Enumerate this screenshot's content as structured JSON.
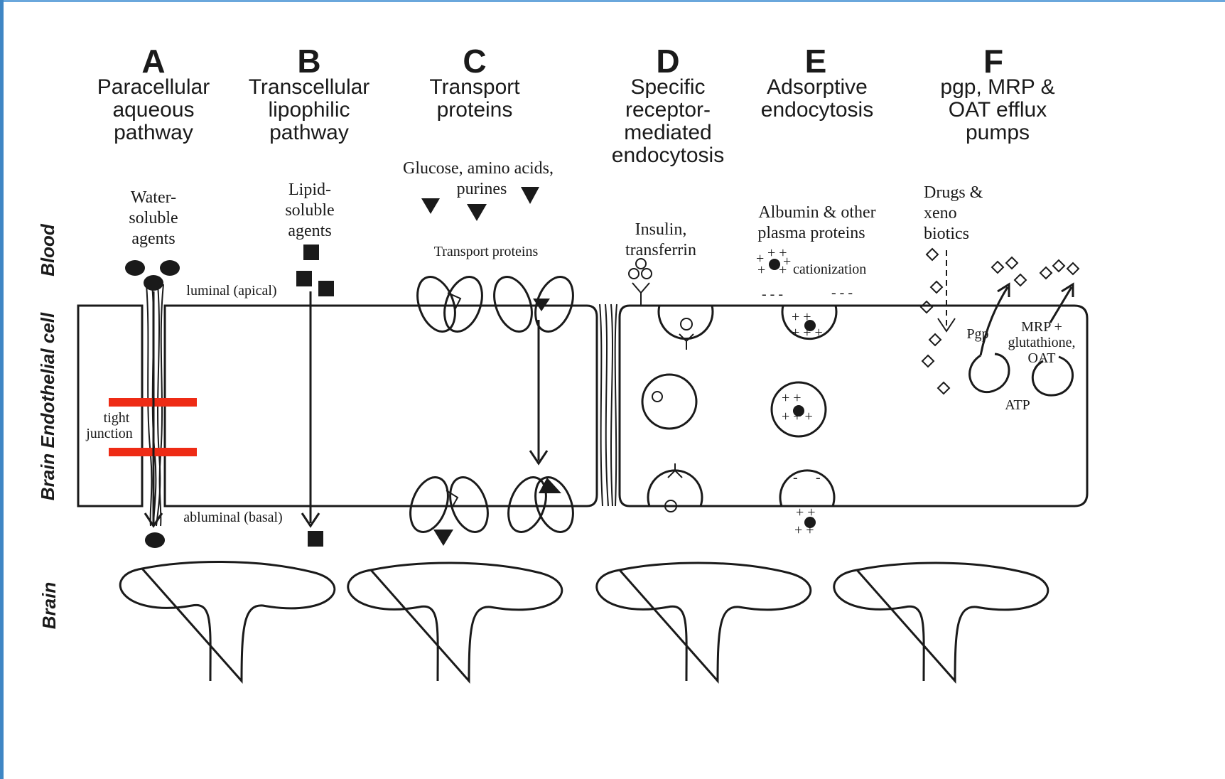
{
  "columns": [
    {
      "letter": "A",
      "lines": [
        "Paracellular",
        "aqueous",
        "pathway"
      ]
    },
    {
      "letter": "B",
      "lines": [
        "Transcellular",
        "lipophilic",
        "pathway"
      ]
    },
    {
      "letter": "C",
      "lines": [
        "Transport",
        "proteins"
      ]
    },
    {
      "letter": "D",
      "lines": [
        "Specific",
        "receptor-",
        "mediated",
        "endocytosis"
      ]
    },
    {
      "letter": "E",
      "lines": [
        "Adsorptive",
        "endocytosis"
      ]
    },
    {
      "letter": "F",
      "lines": [
        "pgp, MRP &",
        "OAT efflux",
        "pumps"
      ]
    }
  ],
  "side_labels": {
    "blood": "Blood",
    "endothelial": "Brain Endothelial cell",
    "brain": "Brain"
  },
  "annotations": {
    "water_soluble": [
      "Water-",
      "soluble",
      "agents"
    ],
    "lipid_soluble": [
      "Lipid-",
      "soluble",
      "agents"
    ],
    "glucose": [
      "Glucose, amino acids,",
      "purines"
    ],
    "transport_proteins": "Transport proteins",
    "insulin": [
      "Insulin,",
      "transferrin"
    ],
    "albumin": [
      "Albumin & other",
      "plasma proteins"
    ],
    "cationization": "cationization",
    "drugs": [
      "Drugs &",
      "xeno",
      "biotics"
    ],
    "luminal": "luminal (apical)",
    "abluminal": "abluminal (basal)",
    "tight_junction": [
      "tight",
      "junction"
    ],
    "pgp": "Pgp",
    "mrp": [
      "MRP +",
      "glutathione,",
      "OAT"
    ],
    "atp": "ATP"
  },
  "colors": {
    "ink": "#1a1a1a",
    "highlight": "#ee2b15",
    "frame": "#3f86c4"
  }
}
